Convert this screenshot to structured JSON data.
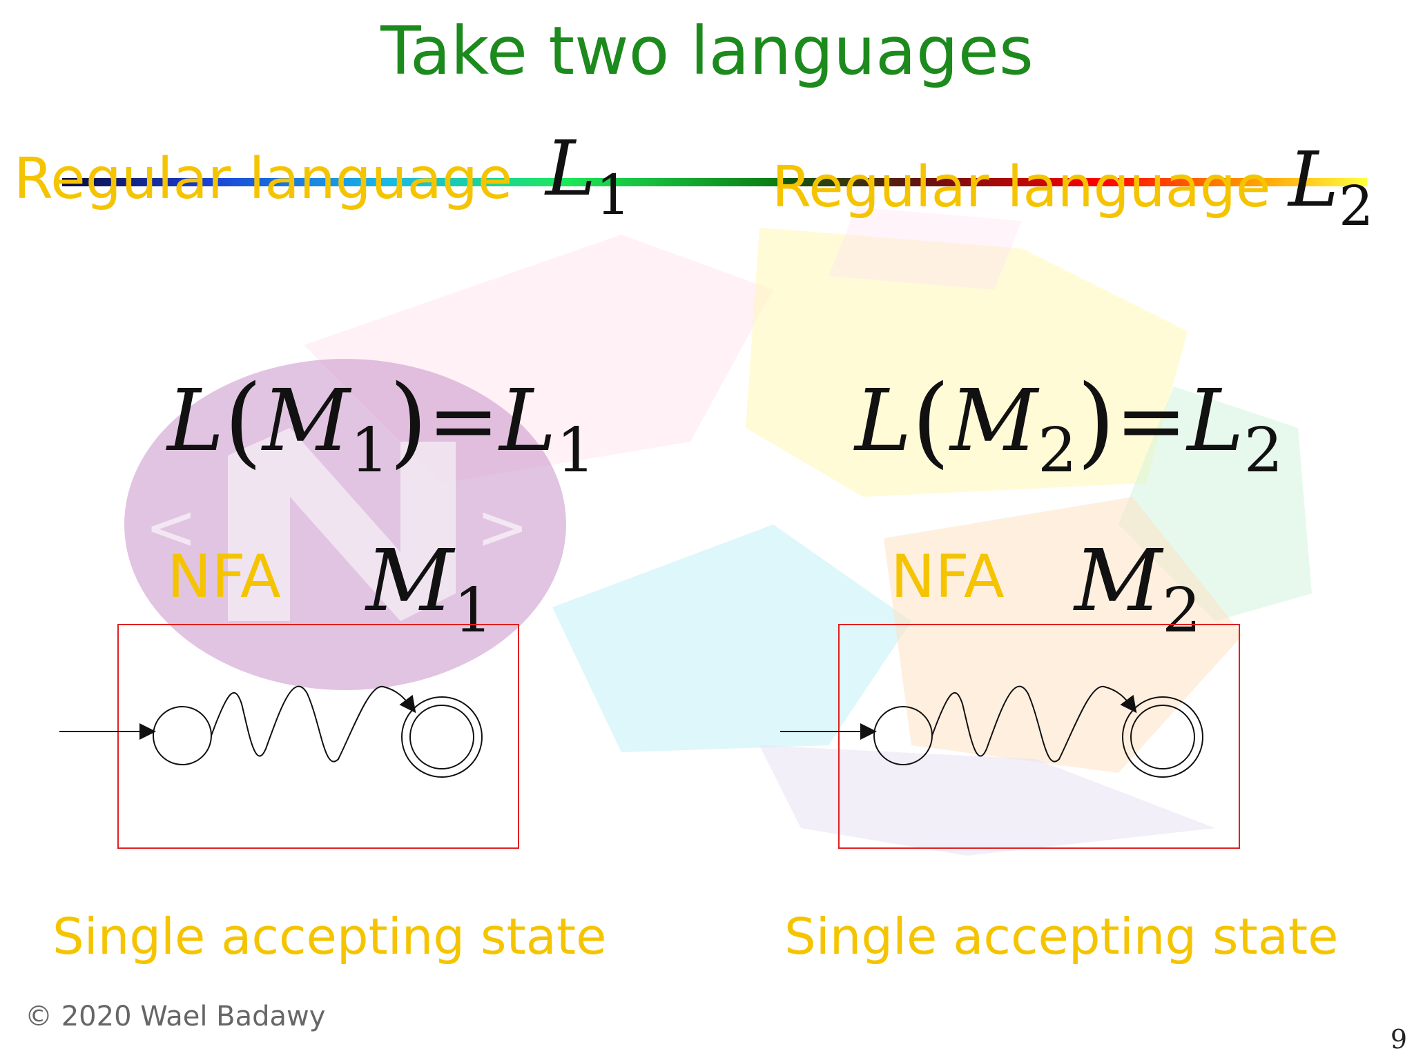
{
  "title": "Take two languages",
  "left": {
    "label": "Regular language",
    "lang_symbol": "L",
    "lang_sub": "1",
    "equation": {
      "func": "L",
      "machine": "M",
      "machine_sub": "1",
      "eq": "=",
      "lang": "L",
      "lang_sub": "1"
    },
    "nfa_label": "NFA",
    "machine_symbol": "M",
    "machine_sub": "1",
    "caption": "Single accepting state"
  },
  "right": {
    "label": "Regular language",
    "lang_symbol": "L",
    "lang_sub": "2",
    "equation": {
      "func": "L",
      "machine": "M",
      "machine_sub": "2",
      "eq": "=",
      "lang": "L",
      "lang_sub": "2"
    },
    "nfa_label": "NFA",
    "machine_symbol": "M",
    "machine_sub": "2",
    "caption": "Single accepting state"
  },
  "footer": "© 2020 Wael Badawy",
  "page_number": "9",
  "colors": {
    "title": "#1c8a1c",
    "label": "#f5c400",
    "box_border": "#e02020",
    "footer": "#666666"
  }
}
